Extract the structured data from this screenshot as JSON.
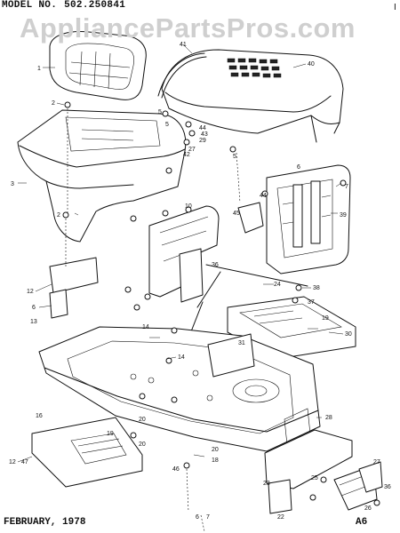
{
  "header": {
    "model_label": "MODEL NO.",
    "model_number": "502.250841",
    "corner_mark": "I"
  },
  "watermark": "AppliancePartsPros.com",
  "footer": {
    "date": "FEBRUARY, 1978",
    "code": "A6"
  },
  "part_labels": {
    "p1": "1",
    "p2": "2",
    "p3": "3",
    "p4": "4",
    "p5": "5",
    "p6": "6",
    "p7": "7",
    "p10": "10",
    "p12": "12",
    "p13": "13",
    "p14": "14",
    "p16": "16",
    "p18": "18",
    "p19": "19",
    "p20": "20",
    "p22": "22",
    "p23": "23",
    "p24": "24",
    "p25": "25",
    "p26": "26",
    "p27": "27",
    "p28": "28",
    "p29": "29",
    "p30": "30",
    "p31": "31",
    "p36": "36",
    "p37": "37",
    "p38": "38",
    "p39": "39",
    "p40": "40",
    "p41": "41",
    "p42": "42",
    "p43": "43",
    "p44": "44",
    "p45": "45",
    "p46": "46",
    "p47": "47"
  }
}
